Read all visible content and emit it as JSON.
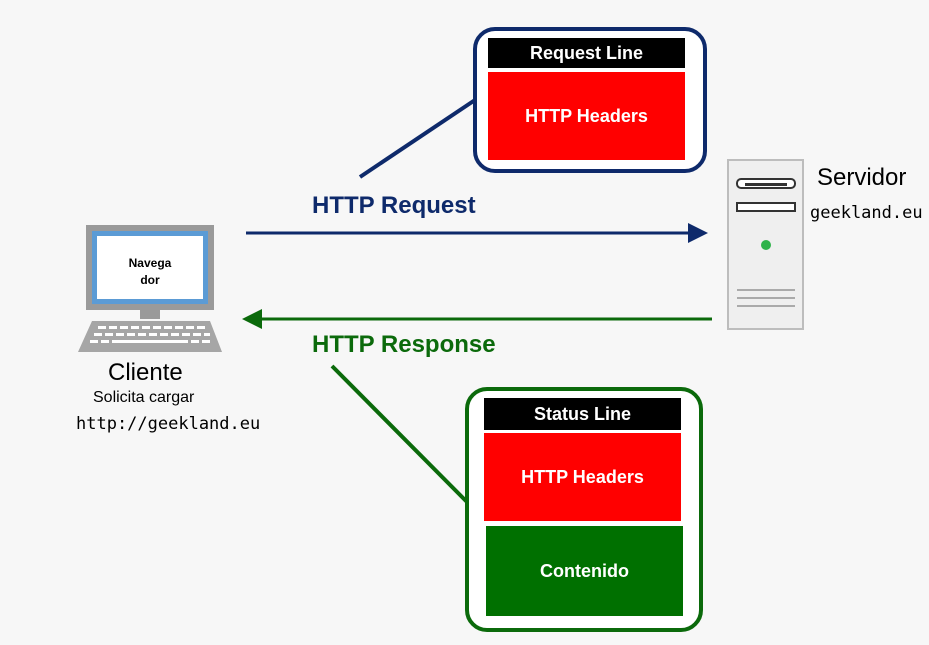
{
  "request_box": {
    "line_label": "Request Line",
    "headers_label": "HTTP Headers"
  },
  "response_box": {
    "line_label": "Status Line",
    "headers_label": "HTTP Headers",
    "content_label": "Contenido"
  },
  "arrows": {
    "request_label": "HTTP Request",
    "response_label": "HTTP Response"
  },
  "client": {
    "screen_text_1": "Navega",
    "screen_text_2": "dor",
    "name": "Cliente",
    "desc_1": "Solicita cargar",
    "desc_2": "http://geekland.eu"
  },
  "server": {
    "name": "Servidor",
    "host": "geekland.eu"
  },
  "colors": {
    "request": "#0e2a6b",
    "response": "#0b6a0b",
    "red": "#ff0000",
    "green": "#007000"
  }
}
